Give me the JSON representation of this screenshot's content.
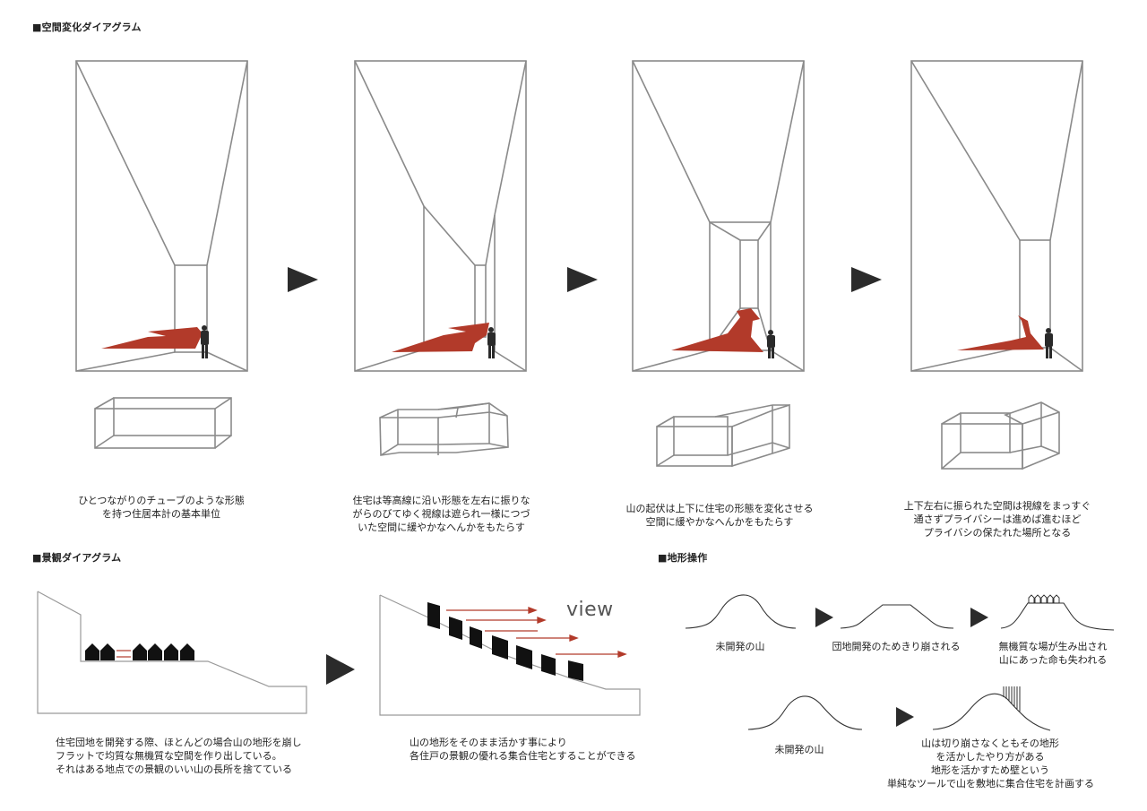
{
  "headings": {
    "spatial": "■空間変化ダイアグラム",
    "landscape": "■景観ダイアグラム",
    "terrain": "■地形操作"
  },
  "spatial_captions": [
    [
      "ひとつながりのチューブのような形態",
      "を持つ住居本計の基本単位"
    ],
    [
      "住宅は等高線に沿い形態を左右に振りな",
      "がらのびてゆく視線は遮られ一様につづ",
      "いた空間に緩やかなへんかをもたらす"
    ],
    [
      "山の起伏は上下に住宅の形態を変化させる",
      "空間に緩やかなへんかをもたらす"
    ],
    [
      "上下左右に振られた空間は視線をまっすぐ",
      "通さずプライバシーは進めば進むほど",
      "プライバシの保たれた場所となる"
    ]
  ],
  "landscape_captions": {
    "before": [
      "住宅団地を開発する際、ほとんどの場合山の地形を崩し",
      "フラットで均質な無機質な空間を作り出している。",
      "それはある地点での景観のいい山の長所を捨てている"
    ],
    "after": [
      "山の地形をそのまま活かす事により",
      "各住戸の景観の優れる集合住宅とすることができる"
    ],
    "view": "view"
  },
  "terrain_captions": {
    "row1": [
      [
        "未開発の山"
      ],
      [
        "団地開発のためきり崩される"
      ],
      [
        "無機質な場が生み出され",
        "山にあった命も失われる"
      ]
    ],
    "row2": [
      [
        "未開発の山"
      ],
      [
        "山は切り崩さなくともその地形",
        "を活かしたやり方がある",
        "地形を活かすため壁という",
        "単純なツールで山を敷地に集合住宅を計画する"
      ]
    ]
  },
  "colors": {
    "accent_red": "#b23a2a",
    "line_gray": "#8a8a8a",
    "arrow_dark": "#2b2b2b",
    "ink": "#111111"
  }
}
